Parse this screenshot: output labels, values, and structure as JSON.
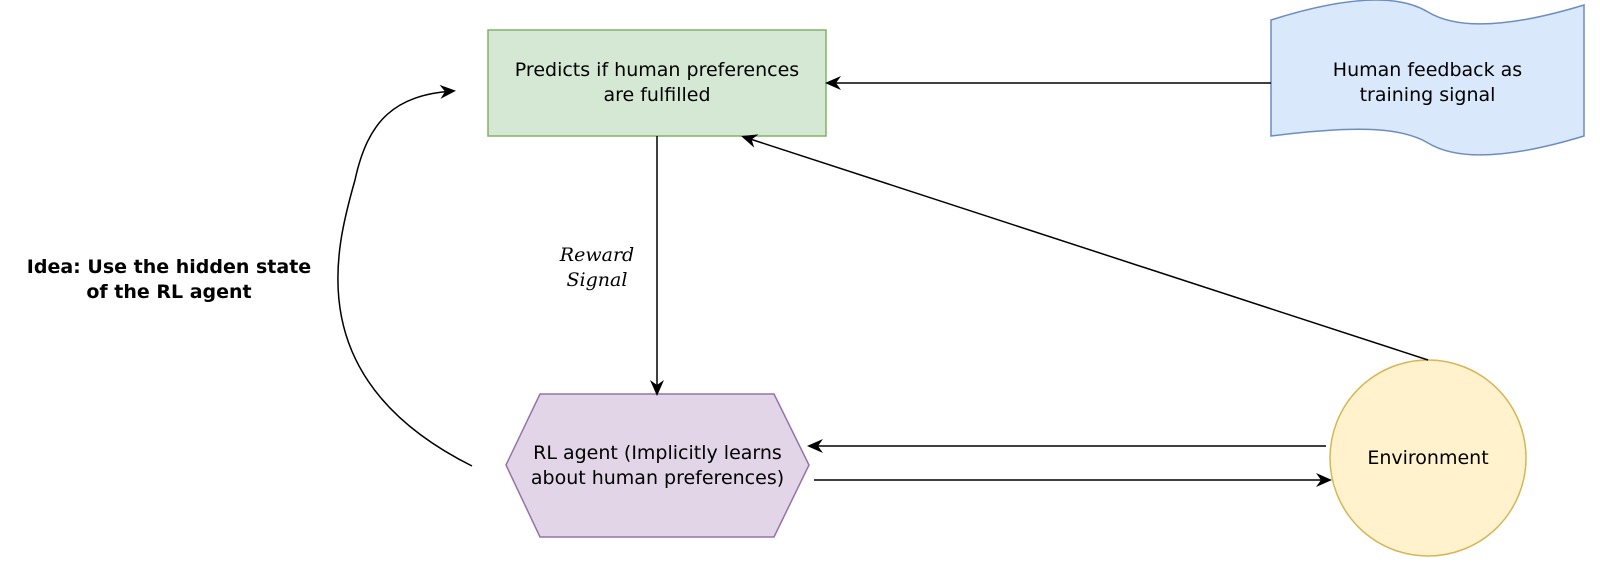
{
  "nodes": {
    "reward_model": {
      "label": "Predicts if human preferences\nare fulfilled",
      "fill": "#d5e8d4",
      "stroke": "#82b366"
    },
    "human_feedback": {
      "label": "Human feedback as\ntraining signal",
      "fill": "#dae8fc",
      "stroke": "#6c8ebf"
    },
    "rl_agent": {
      "label": "RL agent (Implicitly learns\nabout human preferences)",
      "fill": "#e1d5e7",
      "stroke": "#9673a6"
    },
    "environment": {
      "label": "Environment",
      "fill": "#fff2cc",
      "stroke": "#d6b656"
    }
  },
  "labels": {
    "reward_signal": "Reward\nSignal",
    "idea": "Idea: Use the hidden state\nof the RL agent"
  },
  "edge_color": "#000000"
}
